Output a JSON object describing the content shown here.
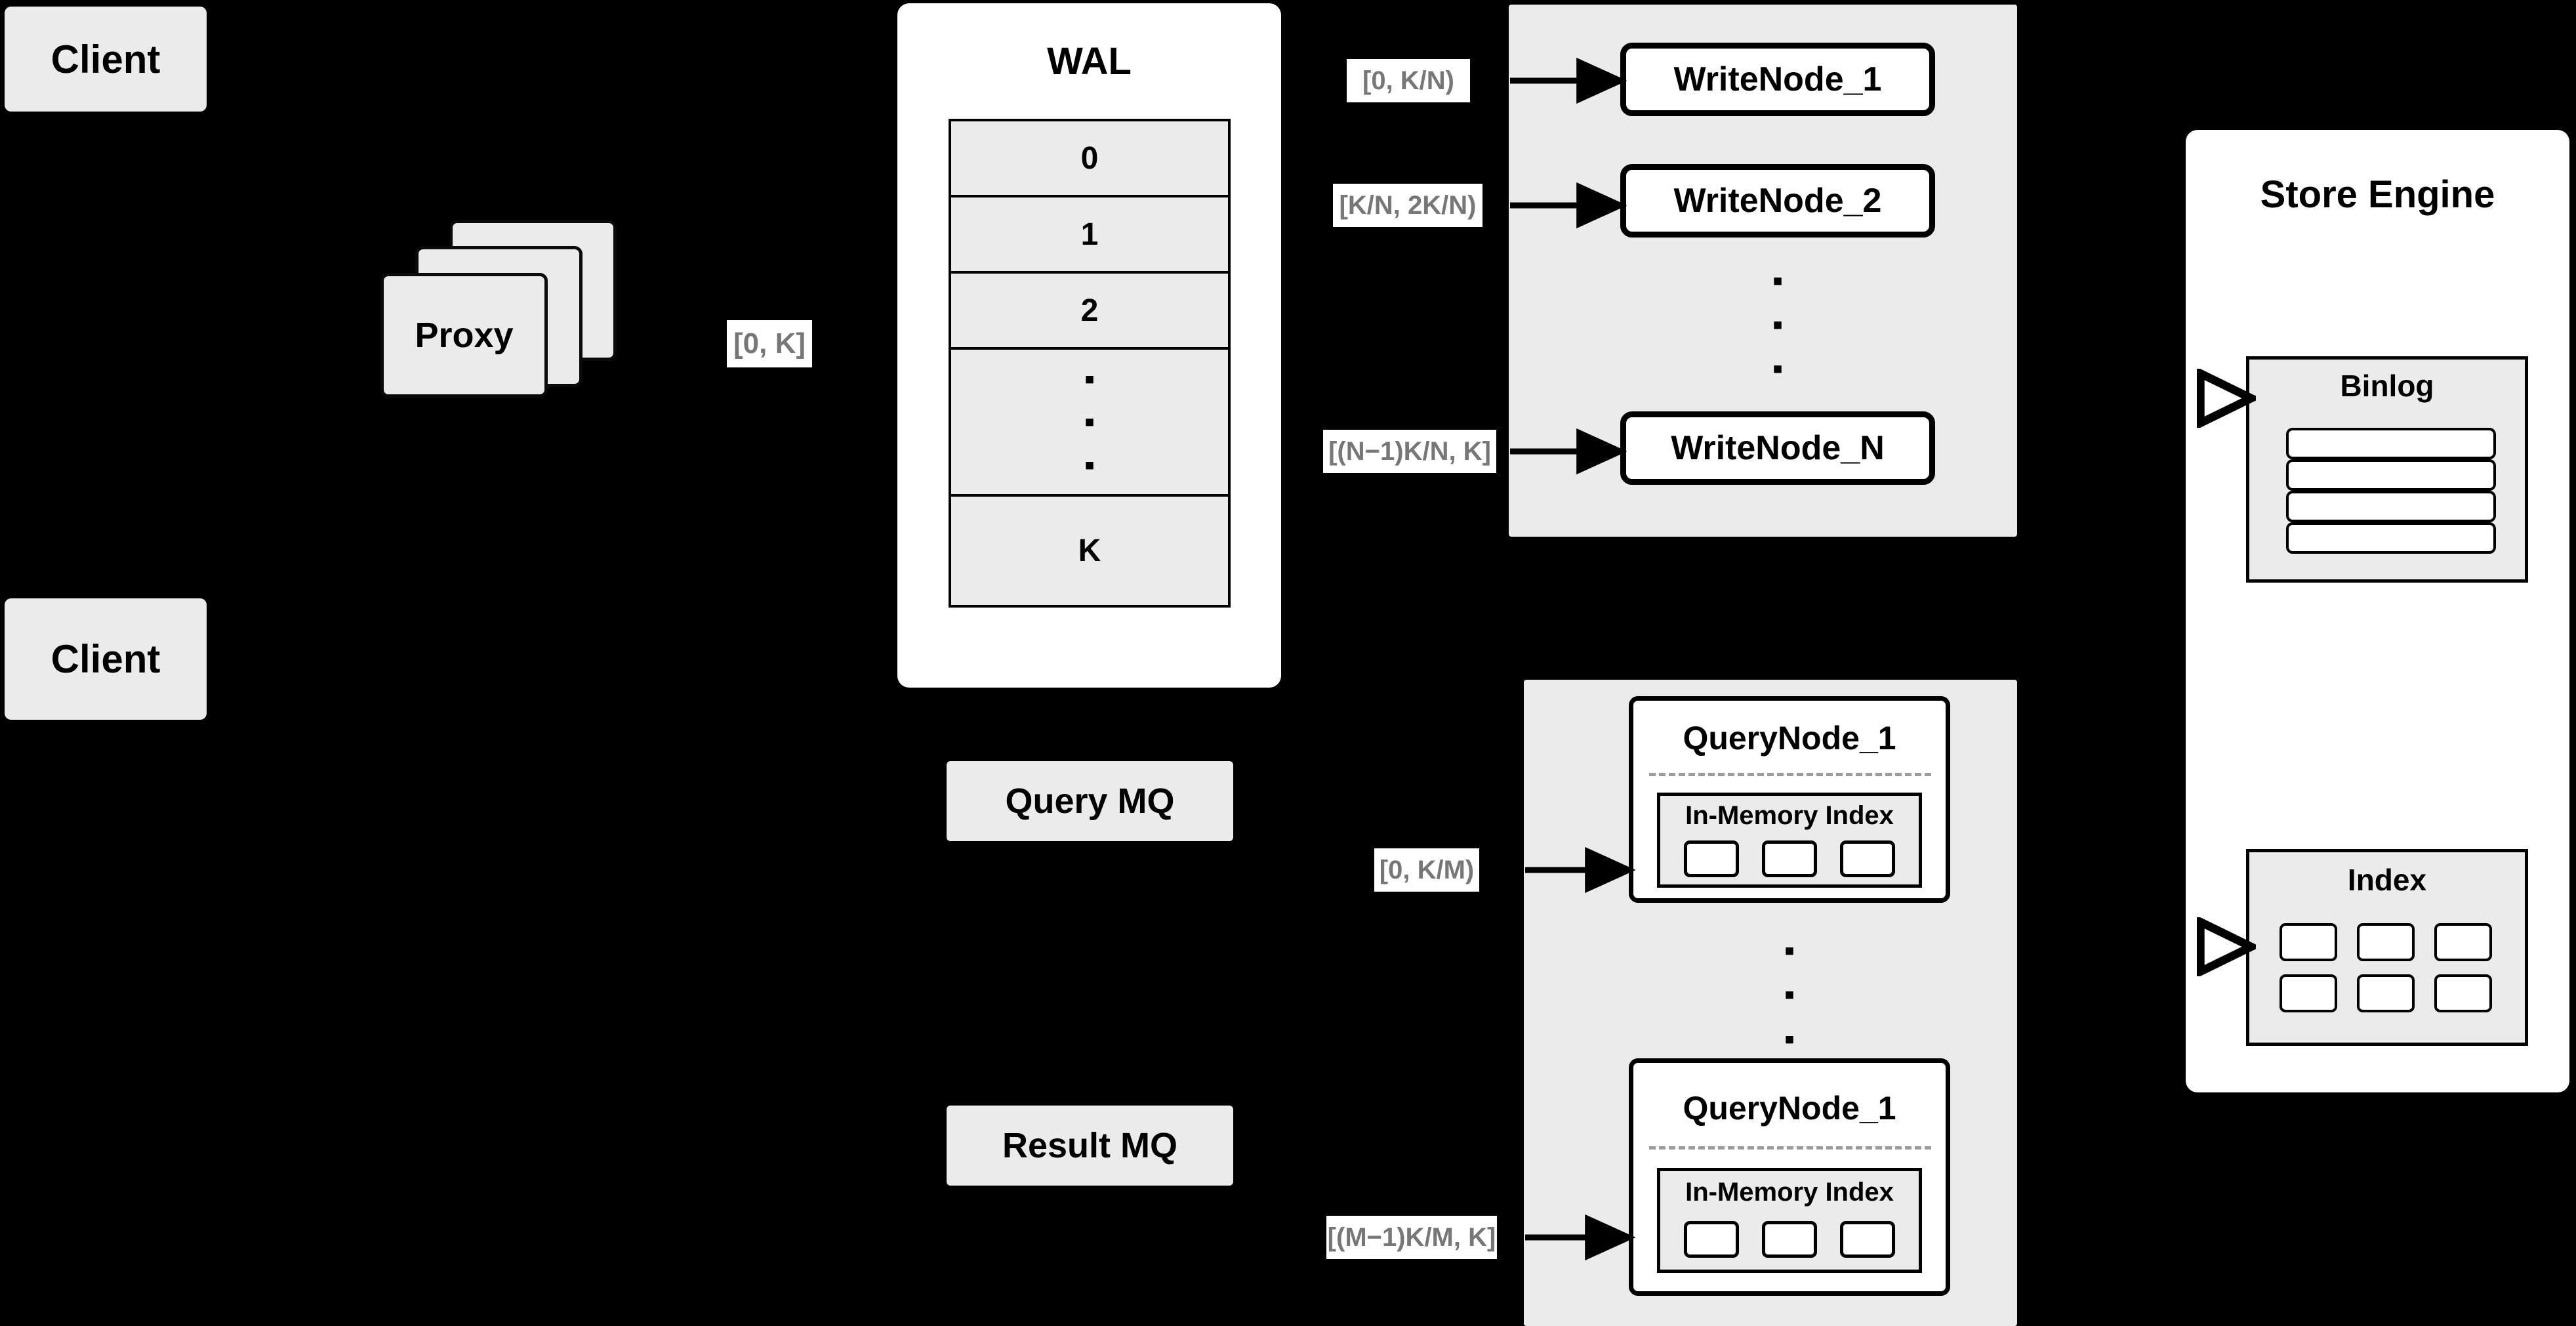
{
  "diagram": {
    "title_internal": "distributed write/query architecture",
    "clients": [
      {
        "label": "Client"
      },
      {
        "label": "Client"
      }
    ],
    "proxy": {
      "label": "Proxy",
      "stack_count": 3
    },
    "wal": {
      "title": "WAL",
      "entries": [
        "0",
        "1",
        "2",
        "•\n•\n•",
        "K"
      ],
      "visible_rows": [
        "0",
        "1",
        "2",
        "K"
      ],
      "ellipsis_dot": "▪"
    },
    "queues": [
      {
        "label": "Query MQ"
      },
      {
        "label": "Result MQ"
      }
    ],
    "write_group": {
      "nodes": [
        {
          "label": "WriteNode_1",
          "range": "[0,  K/N)"
        },
        {
          "label": "WriteNode_2",
          "range": "[K/N, 2K/N)"
        },
        {
          "label": "WriteNode_N",
          "range": "[(N−1)K/N,  K]"
        }
      ],
      "ellipsis_dot": "▪"
    },
    "query_group": {
      "nodes": [
        {
          "label": "QueryNode_1",
          "range": "[0, K/M)",
          "inner": {
            "title": "In-Memory Index",
            "segment_count": 3
          }
        },
        {
          "label": "QueryNode_1",
          "range": "[(M−1)K/M, K]",
          "inner": {
            "title": "In-Memory Index",
            "segment_count": 3
          }
        }
      ],
      "ellipsis_dot": "▪"
    },
    "store_engine": {
      "title": "Store Engine",
      "binlog": {
        "title": "Binlog",
        "row_count": 4
      },
      "index": {
        "title": "Index",
        "cell_count": 6
      }
    },
    "proxy_range_label": "[0, K]",
    "colors": {
      "background": "#000000",
      "card_fill": "#ebebeb",
      "panel_fill": "#ffffff",
      "stroke": "#000000",
      "label_text": "#777777",
      "separator": "#9a9a9a"
    }
  }
}
